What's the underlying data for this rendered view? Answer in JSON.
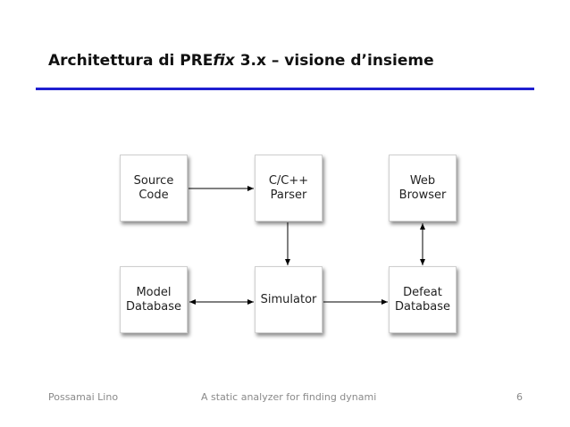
{
  "title": {
    "part1": "Architettura di PRE",
    "part_italic": "fix",
    "part2": " 3.x – visione d’insieme"
  },
  "diagram": {
    "source_code": [
      "Source",
      "Code"
    ],
    "parser": [
      "C/C++",
      "Parser"
    ],
    "web_browser": [
      "Web",
      "Browser"
    ],
    "model_database": [
      "Model",
      "Database"
    ],
    "simulator": [
      "Simulator"
    ],
    "defeat_database": [
      "Defeat",
      "Database"
    ]
  },
  "footer": {
    "author": "Possamai Lino",
    "subject": "A static analyzer for finding dynami",
    "page_number": "6"
  },
  "colors": {
    "title_rule": "#1f1fd0",
    "arrow": "#000000"
  }
}
